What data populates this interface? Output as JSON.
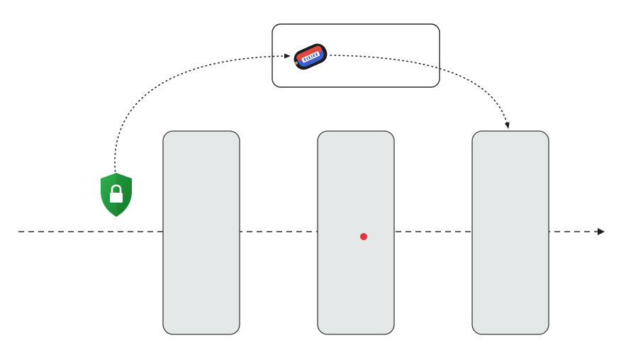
{
  "diagram": {
    "nodes": [
      {
        "id": "block-1"
      },
      {
        "id": "block-2"
      },
      {
        "id": "block-3"
      }
    ],
    "icons": [
      {
        "name": "shield-lock-icon",
        "colors": {
          "fill": "#1f9a3c",
          "dark": "#137a2c",
          "lock": "#ffffff"
        }
      },
      {
        "name": "usb-token-icon",
        "colors": {
          "body": "#1d1d1d",
          "red": "#e0473f",
          "blue": "#3a5fd0",
          "label": "#f4f4f4"
        }
      },
      {
        "name": "marker-dot",
        "colors": {
          "fill": "#e8323a"
        }
      }
    ],
    "connectors": {
      "main_flow": {
        "style": "dashed",
        "color": "#2a2a2a"
      },
      "token_path": {
        "style": "dotted",
        "color": "#2a2a2a"
      }
    }
  }
}
